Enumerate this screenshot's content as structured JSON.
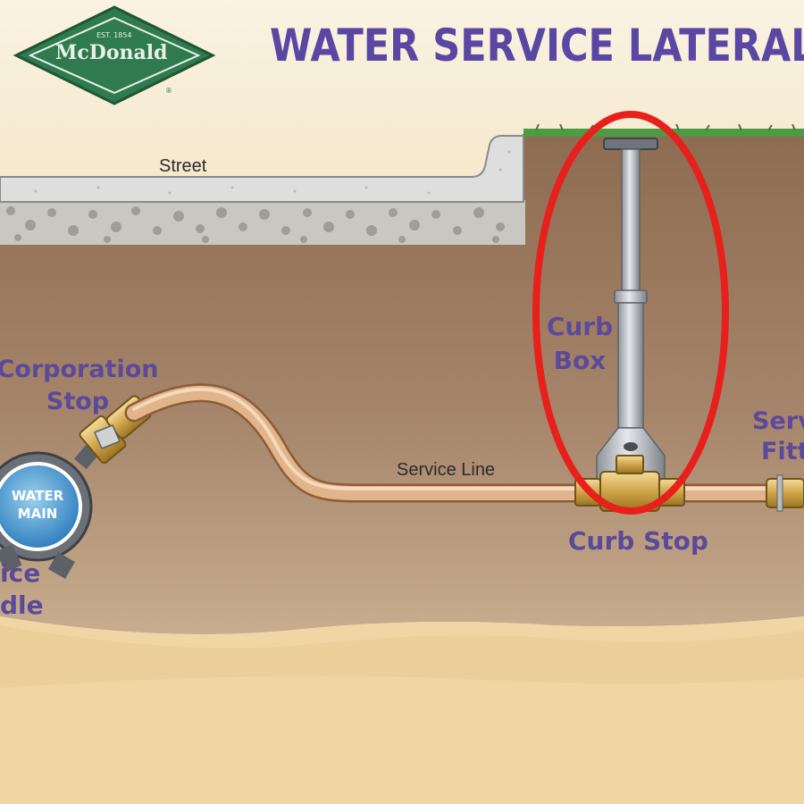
{
  "title": "WATER SERVICE LATERAL",
  "logo": {
    "est": "EST. 1854",
    "brand": "McDonald"
  },
  "meter": {
    "line1": "WATER",
    "line2": "MAIN"
  },
  "labels": {
    "street": "Street",
    "service_line": "Service Line",
    "corporation_stop_1": "Corporation",
    "corporation_stop_2": "Stop",
    "curb_box_1": "Curb",
    "curb_box_2": "Box",
    "curb_stop": "Curb Stop",
    "service_fitting_1": "Serv",
    "service_fitting_2": "Fitt",
    "service_saddle_1": "ice",
    "service_saddle_2": "dle"
  },
  "colors": {
    "label_purple": "#5b4a9a",
    "highlight_ring": "#e8201c",
    "soil": "#9a7a5e",
    "sand": "#f0d6a4",
    "pipe_copper": "#d8a97c",
    "logo_green": "#2f7a4f"
  }
}
